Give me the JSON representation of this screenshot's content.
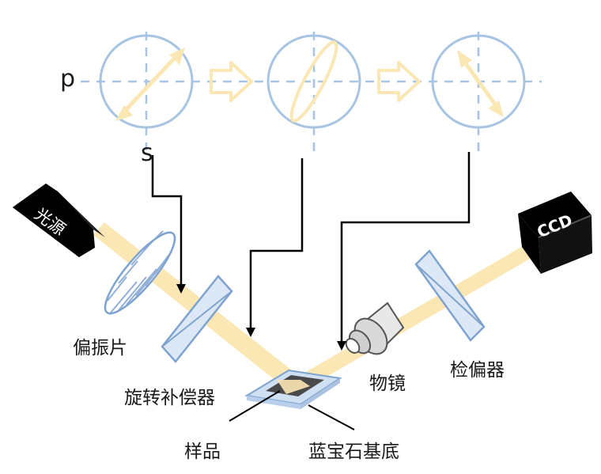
{
  "axes": {
    "p_label": "p",
    "s_label": "s"
  },
  "devices": {
    "light_source": "光源",
    "camera": "CCD"
  },
  "labels": {
    "polarizer": "偏振片",
    "compensator": "旋转补偿器",
    "sample": "样品",
    "substrate": "蓝宝石基底",
    "objective": "物镜",
    "analyzer": "检偏器"
  },
  "colors": {
    "beam": "#fbe7b4",
    "circle": "#a8c4e3",
    "element_outline": "#7fa3cf",
    "element_fill": "#dce8f6",
    "device_body": "#000000",
    "sample_fill": "#4a4a4a"
  }
}
